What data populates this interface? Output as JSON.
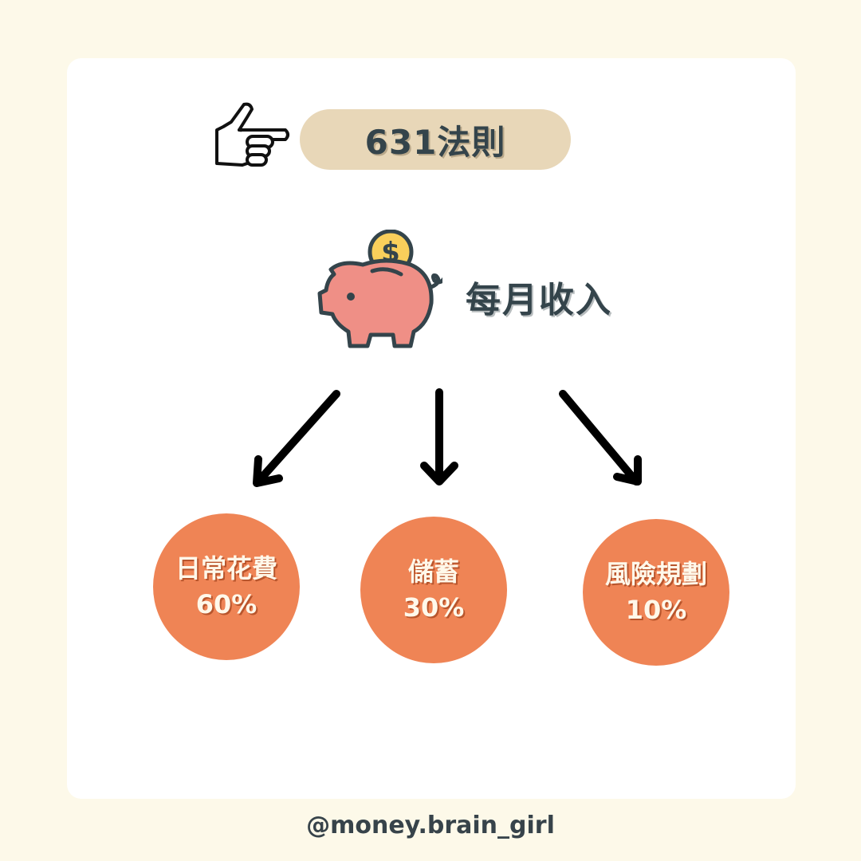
{
  "header": {
    "title": "631法則",
    "pointer_icon": "pointing-hand-icon"
  },
  "source": {
    "label": "每月收入",
    "icon": "piggy-bank-coin-icon",
    "coin_symbol": "$"
  },
  "allocations": [
    {
      "label": "日常花費",
      "percent": "60%"
    },
    {
      "label": "儲蓄",
      "percent": "30%"
    },
    {
      "label": "風險規劃",
      "percent": "10%"
    }
  ],
  "footer": {
    "handle": "@money.brain_girl"
  },
  "colors": {
    "background": "#fdf9e9",
    "card": "#ffffff",
    "pill": "#e8d7b8",
    "text_dark": "#34444b",
    "circle": "#ef8455",
    "pig": "#ef8f86",
    "coin": "#f9cf5b"
  }
}
